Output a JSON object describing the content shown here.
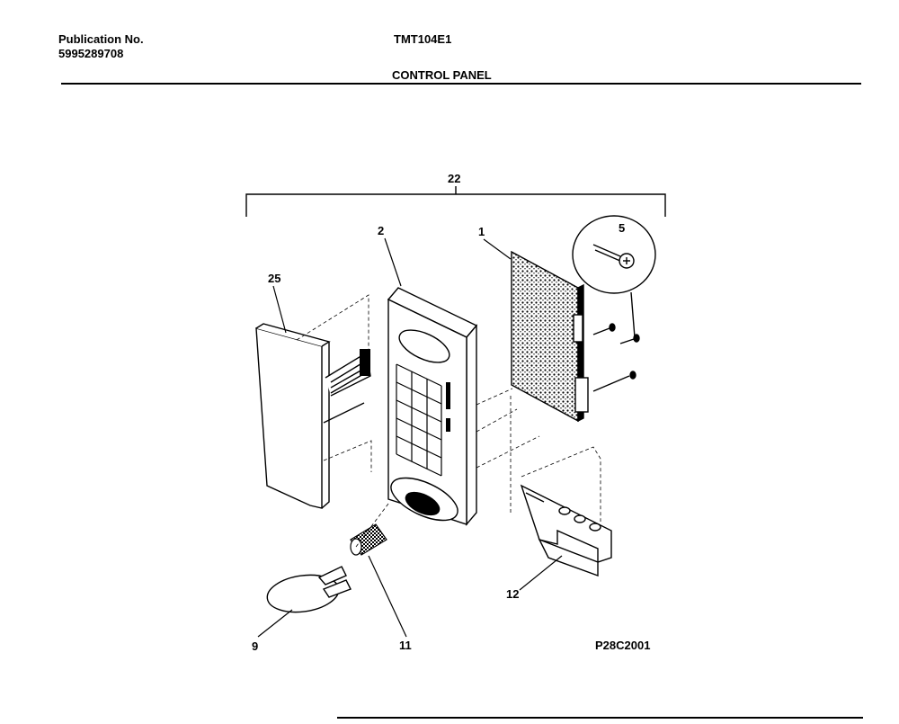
{
  "header": {
    "publication_label": "Publication No.",
    "publication_number": "5995289708",
    "model": "TMT104E1",
    "section_title": "CONTROL PANEL"
  },
  "callouts": {
    "assembly": "22",
    "pcb": "1",
    "panel": "2",
    "screw": "5",
    "overlay": "25",
    "knob": "9",
    "spring": "11",
    "bracket": "12"
  },
  "diagram_code": "P28C2001"
}
